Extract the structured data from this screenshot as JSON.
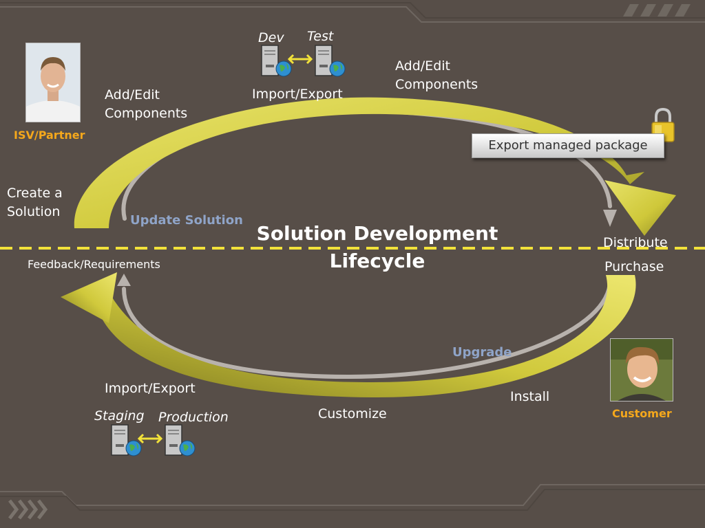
{
  "title": "Solution Development Lifecycle",
  "labels": {
    "dev": "Dev",
    "test": "Test",
    "import_export_top": "Import/Export",
    "add_edit_left": "Add/Edit\nComponents",
    "add_edit_right": "Add/Edit\nComponents",
    "isv_partner": "ISV/Partner",
    "create_solution": "Create a\nSolution",
    "update_solution": "Update Solution",
    "export_package": "Export managed package",
    "distribute": "Distribute",
    "purchase": "Purchase",
    "feedback": "Feedback/Requirements",
    "upgrade": "Upgrade",
    "customer": "Customer",
    "install": "Install",
    "customize": "Customize",
    "import_export_bottom": "Import/Export",
    "staging": "Staging",
    "production": "Production"
  },
  "colors": {
    "background": "#574e48",
    "arrow_yellow": "#d9d34a",
    "arrow_gray": "#b8b2ad",
    "divider": "#f2e23a",
    "highlight_orange": "#f5a81c",
    "highlight_blue": "#8fa4c8"
  },
  "icons": [
    "server-icon",
    "globe-icon",
    "double-arrow-icon",
    "padlock-icon",
    "chevron-right-icon"
  ]
}
